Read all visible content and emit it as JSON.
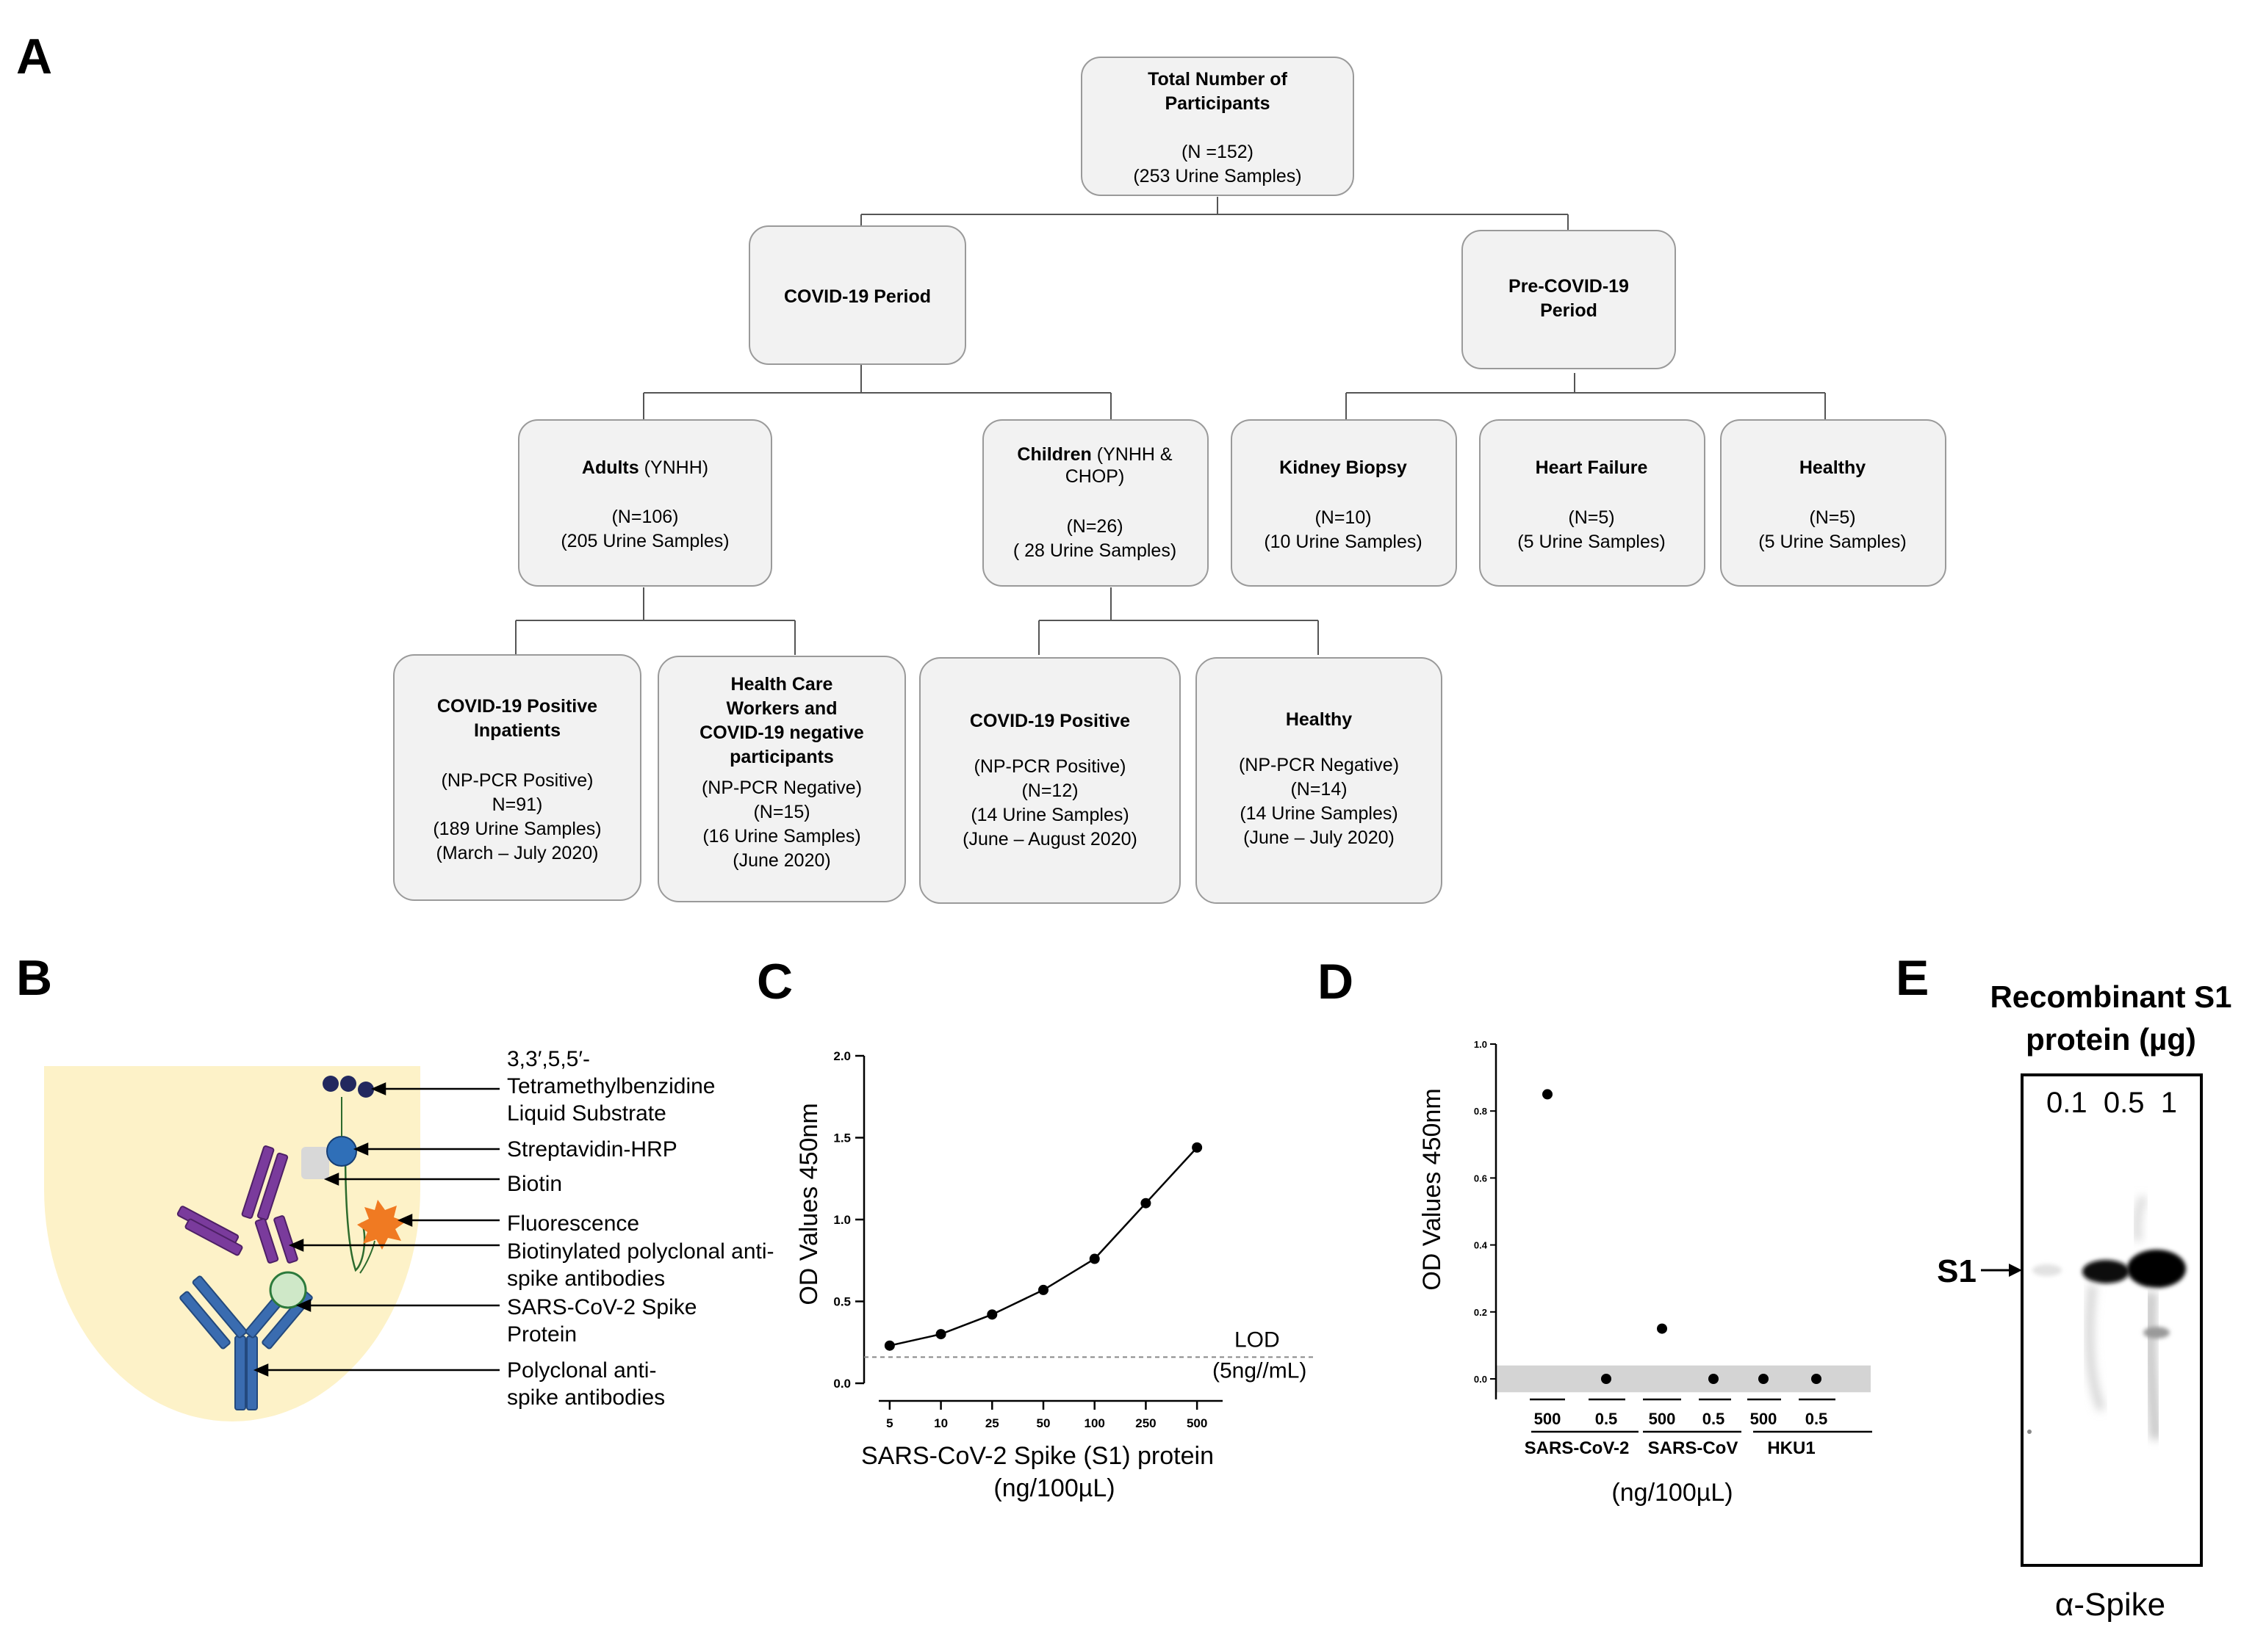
{
  "panels": {
    "a": "A",
    "b": "B",
    "c": "C",
    "d": "D",
    "e": "E"
  },
  "flowchart": {
    "total": {
      "title": [
        "Total Number of",
        "Participants"
      ],
      "lines": [
        "(N =152)",
        "(253 Urine Samples)"
      ]
    },
    "covid_period": {
      "title": [
        "COVID-19 Period"
      ],
      "lines": []
    },
    "pre_covid": {
      "title": [
        "Pre-COVID-19",
        "Period"
      ],
      "lines": []
    },
    "adults": {
      "title_bold": "Adults",
      "title_rest": " (YNHH)",
      "lines": [
        "(N=106)",
        "(205 Urine Samples)"
      ]
    },
    "children": {
      "title_bold": "Children",
      "title_rest": " (YNHH &",
      "title_line2": "CHOP)",
      "lines": [
        "(N=26)",
        "( 28 Urine Samples)"
      ]
    },
    "kidney": {
      "title": [
        "Kidney Biopsy"
      ],
      "lines": [
        "(N=10)",
        "(10 Urine Samples)"
      ]
    },
    "heart": {
      "title": [
        "Heart Failure"
      ],
      "lines": [
        "(N=5)",
        "(5 Urine Samples)"
      ]
    },
    "healthy_pre": {
      "title": [
        "Healthy"
      ],
      "lines": [
        "(N=5)",
        "(5 Urine Samples)"
      ]
    },
    "inpatients": {
      "title": [
        "COVID-19 Positive",
        "Inpatients"
      ],
      "lines": [
        "(NP-PCR Positive)",
        "N=91)",
        "(189 Urine Samples)",
        "(March – July 2020)"
      ]
    },
    "hcw": {
      "title": [
        "Health Care",
        "Workers and",
        "COVID-19 negative",
        "participants"
      ],
      "lines": [
        "(NP-PCR Negative)",
        "(N=15)",
        "(16 Urine Samples)",
        "(June 2020)"
      ]
    },
    "child_pos": {
      "title": [
        "COVID-19 Positive"
      ],
      "lines": [
        "(NP-PCR Positive)",
        "(N=12)",
        "(14 Urine Samples)",
        "(June – August 2020)"
      ]
    },
    "child_healthy": {
      "title": [
        "Healthy"
      ],
      "lines": [
        "(NP-PCR Negative)",
        "(N=14)",
        "(14 Urine Samples)",
        "(June – July 2020)"
      ]
    }
  },
  "schematic": {
    "labels": [
      [
        "3,3′,5,5′-",
        "Tetramethylbenzidine",
        "Liquid Substrate"
      ],
      [
        "Streptavidin-HRP"
      ],
      [
        "Biotin"
      ],
      [
        "Fluorescence"
      ],
      [
        "Biotinylated polyclonal anti-",
        "spike antibodies"
      ],
      [
        "SARS-CoV-2 Spike",
        "Protein"
      ],
      [
        "Polyclonal anti-",
        "spike antibodies"
      ]
    ],
    "colors": {
      "well": "#fdf2c8",
      "antibody_purple": "#7a3b9c",
      "antibody_blue": "#3a6cb0",
      "spike": "#cfe8c8",
      "hrp": "#2f6fb8",
      "tmb": "#22285e",
      "fluor": "#f07a22"
    }
  },
  "chart_data": [
    {
      "type": "line",
      "title": "",
      "xlabel": "SARS-CoV-2 Spike (S1) protein",
      "xlabel2": "(ng/100µL)",
      "ylabel": "OD Values 450nm",
      "categories": [
        "5",
        "10",
        "25",
        "50",
        "100",
        "250",
        "500"
      ],
      "values": [
        0.23,
        0.3,
        0.42,
        0.57,
        0.76,
        1.1,
        1.44
      ],
      "ylim": [
        0,
        2.0
      ],
      "yticks": [
        "0.0",
        "0.5",
        "1.0",
        "1.5",
        "2.0"
      ],
      "lod": {
        "value": 0.16,
        "label": [
          "LOD",
          "(5ng//mL)"
        ]
      },
      "grid": false
    },
    {
      "type": "scatter",
      "title": "",
      "xlabel": "(ng/100µL)",
      "ylabel": "OD Values 450nm",
      "groups": [
        "SARS-CoV-2",
        "SARS-CoV",
        "HKU1"
      ],
      "categories": [
        "500",
        "0.5",
        "500",
        "0.5",
        "500",
        "0.5"
      ],
      "values": [
        0.85,
        0.0,
        0.15,
        0.0,
        0.0,
        0.0
      ],
      "ylim": [
        0,
        1.0
      ],
      "yticks": [
        "0.0",
        "0.2",
        "0.4",
        "0.6",
        "0.8",
        "1.0"
      ],
      "background_band": [
        -0.04,
        0.04
      ],
      "grid": false
    }
  ],
  "blot": {
    "title": [
      "Recombinant S1",
      "protein (µg)"
    ],
    "lanes": [
      "0.1",
      "0.5",
      "1"
    ],
    "lanes_text": "0.1  0.5  1",
    "band_label": "S1",
    "band_intensity": [
      0.05,
      0.7,
      1.0
    ],
    "antibody": "α-Spike"
  }
}
